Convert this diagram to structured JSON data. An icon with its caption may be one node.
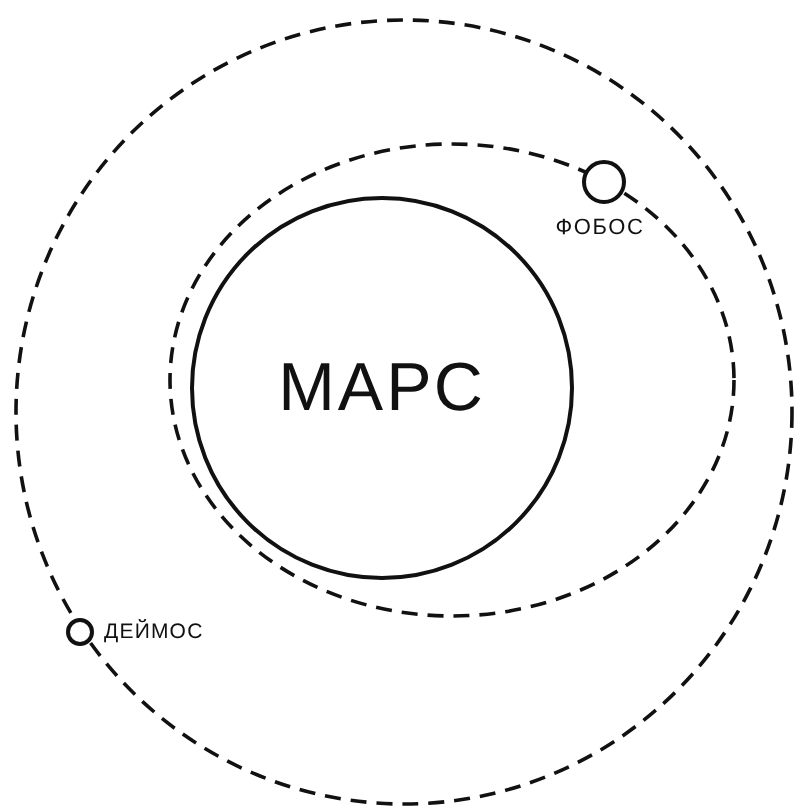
{
  "diagram": {
    "nodes": [
      {
        "text": [
          "МАРС"
        ]
      },
      {
        "text": [
          "ФОБОС"
        ]
      },
      {
        "text": [
          "ДЕЙМОС"
        ]
      }
    ]
  }
}
